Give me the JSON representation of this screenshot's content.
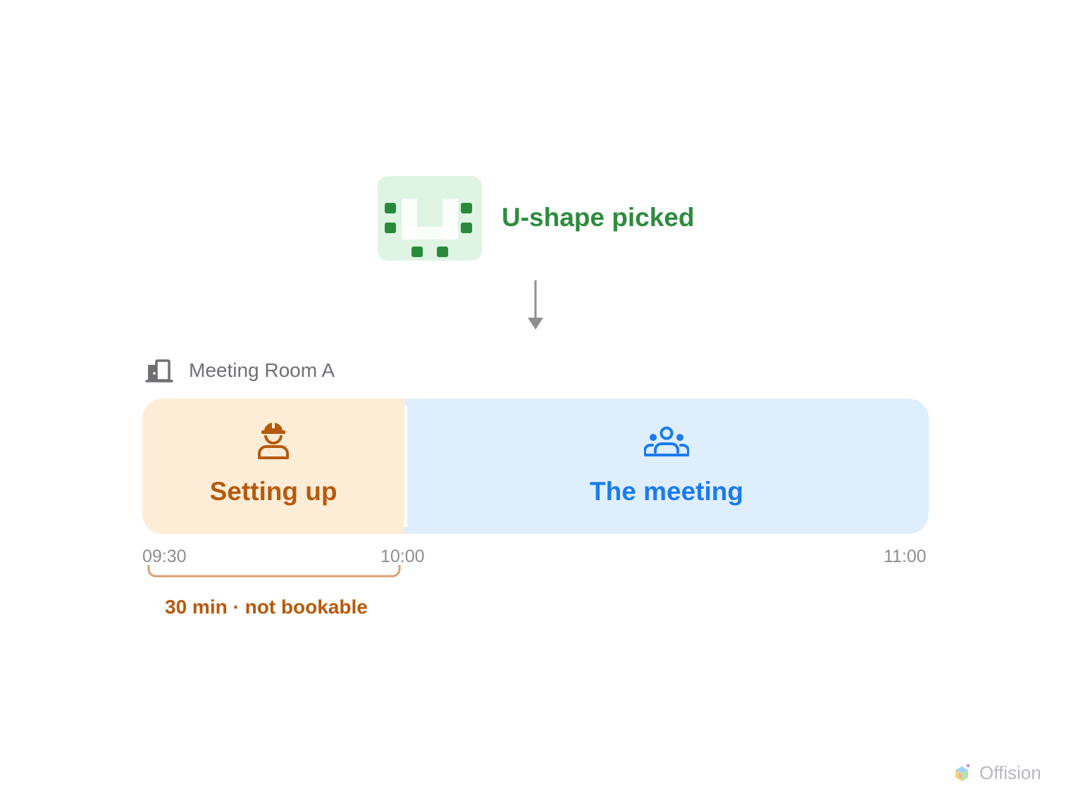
{
  "layout_choice": {
    "label": "U-shape picked",
    "icon": "u-shape-table-icon",
    "tile_color": "#dff4e3",
    "accent_color": "#2e8b3f"
  },
  "room": {
    "icon": "door-icon",
    "name": "Meeting Room A"
  },
  "timeline": {
    "segments": [
      {
        "id": "setup",
        "label": "Setting up",
        "icon": "worker-hardhat-icon",
        "start": "09:30",
        "end": "10:00",
        "color": "#b65a0d",
        "background": "#feedd6"
      },
      {
        "id": "meeting",
        "label": "The meeting",
        "icon": "group-icon",
        "start": "10:00",
        "end": "11:00",
        "color": "#1a7bf0",
        "background": "#dfeefd"
      }
    ],
    "ticks": [
      "09:30",
      "10:00",
      "11:00"
    ],
    "buffer_note": "30 min · not bookable"
  },
  "brand": {
    "name": "Offision",
    "icon": "offision-logo-icon"
  }
}
